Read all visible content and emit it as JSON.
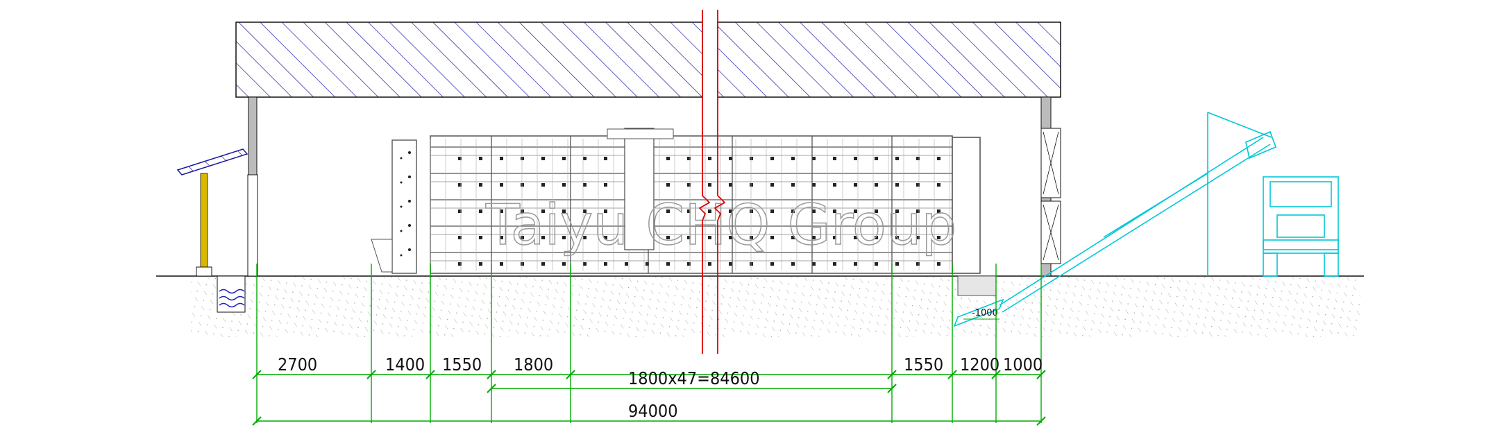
{
  "drawing": {
    "watermark": "Taiyu CHQ Group",
    "pit_depth_label": "-1000",
    "dimensions": {
      "row1": [
        "2700",
        "1400",
        "1550",
        "1800",
        "1550",
        "1200",
        "1000"
      ],
      "total_cages": "1800x47=84600",
      "overall": "94000"
    },
    "colors": {
      "roof_hatch": "#1a1aa0",
      "dimension": "#00aa00",
      "conveyor": "#00c8d8",
      "break_line": "#e00000",
      "equipment": "#555555",
      "pad": "#d8b800",
      "water": "#2020c0"
    }
  }
}
